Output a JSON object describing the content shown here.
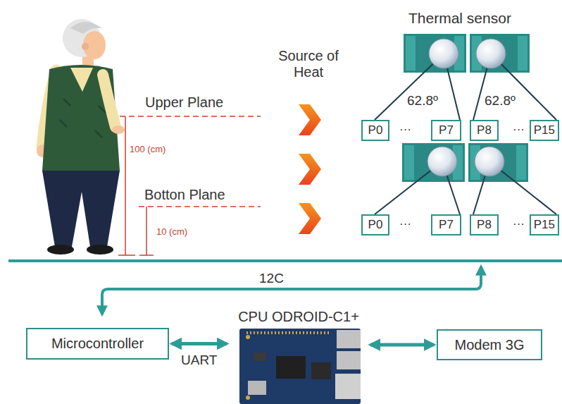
{
  "diagram": {
    "nodes": [
      {
        "text": [
          "P0"
        ]
      },
      {
        "text": [
          "P7"
        ]
      },
      {
        "text": [
          "P8"
        ]
      },
      {
        "text": [
          "P15"
        ]
      },
      {
        "text": [
          "P0"
        ]
      },
      {
        "text": [
          "P7"
        ]
      },
      {
        "text": [
          "P8"
        ]
      },
      {
        "text": [
          "P15"
        ]
      },
      {
        "text": [
          "Microcontroller"
        ]
      },
      {
        "text": [
          "CPU ODROID-C1+"
        ]
      },
      {
        "text": [
          "Modem 3G"
        ]
      }
    ],
    "edges": [
      {
        "from": 8,
        "to": 9,
        "arrow": "both",
        "label": "UART"
      },
      {
        "from": 9,
        "to": 10,
        "arrow": "both"
      }
    ],
    "labels": [
      "Upper Plane",
      "Botton Plane",
      "100 (cm)",
      "10 (cm)",
      "Source of Heat",
      "Thermal sensor",
      "62.8º",
      "62.8º",
      "···",
      "···",
      "···",
      "···",
      "12C"
    ]
  }
}
